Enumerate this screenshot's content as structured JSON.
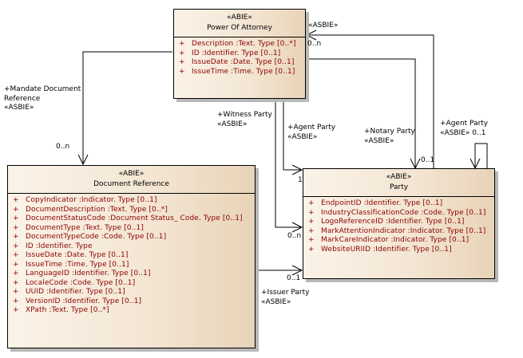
{
  "classes": {
    "power_of_attorney": {
      "stereotype": "«ABIE»",
      "name": "Power Of Attorney",
      "attributes": [
        {
          "vis": "+",
          "text": "Description  :Text. Type [0..*]"
        },
        {
          "vis": "+",
          "text": "ID  :Identifier. Type [0..1]"
        },
        {
          "vis": "+",
          "text": "IssueDate  :Date. Type [0..1]"
        },
        {
          "vis": "+",
          "text": "IssueTime  :Time. Type [0..1]"
        }
      ]
    },
    "document_reference": {
      "stereotype": "«ABIE»",
      "name": "Document Reference",
      "attributes": [
        {
          "vis": "+",
          "text": "CopyIndicator  :Indicator. Type [0..1]"
        },
        {
          "vis": "+",
          "text": "DocumentDescription  :Text. Type [0..*]"
        },
        {
          "vis": "+",
          "text": "DocumentStatusCode  :Document Status_ Code. Type [0..1]"
        },
        {
          "vis": "+",
          "text": "DocumentType  :Text. Type [0..1]"
        },
        {
          "vis": "+",
          "text": "DocumentTypeCode  :Code. Type [0..1]"
        },
        {
          "vis": "+",
          "text": "ID  :Identifier. Type"
        },
        {
          "vis": "+",
          "text": "IssueDate  :Date. Type [0..1]"
        },
        {
          "vis": "+",
          "text": "IssueTime  :Time. Type [0..1]"
        },
        {
          "vis": "+",
          "text": "LanguageID  :Identifier. Type [0..1]"
        },
        {
          "vis": "+",
          "text": "LocaleCode  :Code. Type [0..1]"
        },
        {
          "vis": "+",
          "text": "UUID  :Identifier. Type [0..1]"
        },
        {
          "vis": "+",
          "text": "VersionID  :Identifier. Type [0..1]"
        },
        {
          "vis": "+",
          "text": "XPath  :Text. Type [0..*]"
        }
      ]
    },
    "party": {
      "stereotype": "«ABIE»",
      "name": "Party",
      "attributes": [
        {
          "vis": "+",
          "text": "EndpointID  :Identifier. Type [0..1]"
        },
        {
          "vis": "+",
          "text": "IndustryClassificationCode  :Code. Type [0..1]"
        },
        {
          "vis": "+",
          "text": "LogoReferenceID  :Identifier. Type [0..1]"
        },
        {
          "vis": "+",
          "text": "MarkAttentionIndicator  :Indicator. Type [0..1]"
        },
        {
          "vis": "+",
          "text": "MarkCareIndicator  :Indicator. Type [0..1]"
        },
        {
          "vis": "+",
          "text": "WebsiteURIID  :Identifier. Type [0..1]"
        }
      ]
    }
  },
  "associations": {
    "mandate_doc": {
      "role_line1": "+Mandate Document",
      "role_line2": "Reference",
      "stereotype": "«ASBIE»",
      "multiplicity": "0..n"
    },
    "witness": {
      "role": "+Witness Party",
      "stereotype": "«ASBIE»",
      "multiplicity": "0..n"
    },
    "agent": {
      "role": "+Agent Party",
      "stereotype": "«ASBIE»",
      "multiplicity": "1"
    },
    "notary": {
      "role": "+Notary Party",
      "stereotype": "«ASBIE»",
      "multiplicity": "0..1"
    },
    "party_to_poa": {
      "stereotype": "«ASBIE»",
      "multiplicity": "0..n"
    },
    "self_agent": {
      "role": "+Agent Party",
      "stereotype": "«ASBIE»",
      "multiplicity": "0..1"
    },
    "issuer": {
      "role": "+Issuer Party",
      "stereotype": "«ASBIE»",
      "multiplicity": "0..1"
    }
  },
  "colors": {
    "attribute_text": "#8b0000",
    "class_fill_light": "#fbf3e8",
    "class_fill_dark": "#e8d3b7"
  }
}
